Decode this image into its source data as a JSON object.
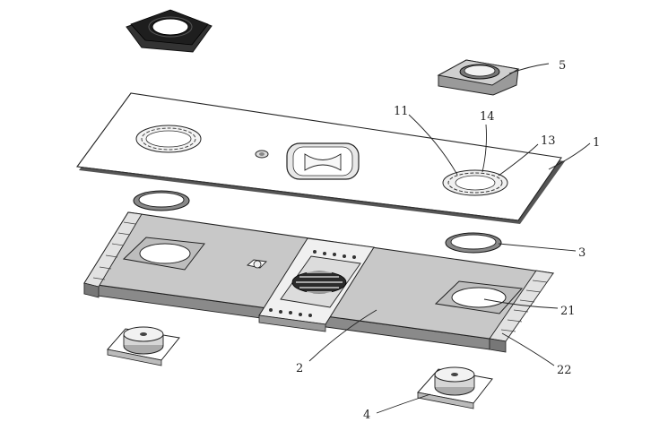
{
  "callouts": [
    {
      "id": "c1",
      "text": "1"
    },
    {
      "id": "c2",
      "text": "2"
    },
    {
      "id": "c3",
      "text": "3"
    },
    {
      "id": "c4",
      "text": "4"
    },
    {
      "id": "c5",
      "text": "5"
    },
    {
      "id": "c11",
      "text": "11"
    },
    {
      "id": "c13",
      "text": "13"
    },
    {
      "id": "c14",
      "text": "14"
    },
    {
      "id": "c21",
      "text": "21"
    },
    {
      "id": "c22",
      "text": "22"
    }
  ],
  "colors": {
    "tray_fill": "#c8c8c8",
    "plate_fill": "#ffffff",
    "cap_dark": "#1e1e1e",
    "line": "#222222"
  }
}
